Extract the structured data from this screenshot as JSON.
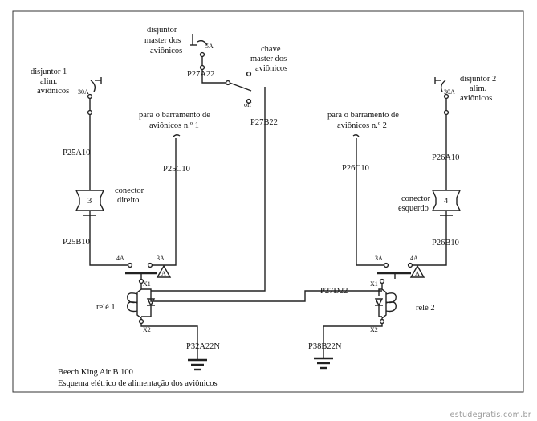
{
  "breakers": {
    "left": {
      "label_lines": [
        "disjuntor 1",
        "alim.",
        "aviônicos"
      ],
      "rating": "30A"
    },
    "master": {
      "label_lines": [
        "disjuntor",
        "master dos",
        "aviônicos"
      ],
      "rating": "5A"
    },
    "right": {
      "label_lines": [
        "disjuntor 2",
        "alim.",
        "aviônicos"
      ],
      "rating": "30A"
    }
  },
  "master_switch": {
    "label_lines": [
      "chave",
      "master dos",
      "aviônicos"
    ],
    "off_label": "off"
  },
  "wires": {
    "p27a22": "P27A22",
    "p27b22": "P27B22",
    "p25a10": "P25A10",
    "p25b10": "P25B10",
    "p25c10": "P25C10",
    "p26a10": "P26A10",
    "p26b10": "P26B10",
    "p26c10": "P26C10",
    "p27d22": "P27D22",
    "p32a22n": "P32A22N",
    "p38b22n": "P38B22N"
  },
  "bus": {
    "left_lines": [
      "para o barramento de",
      "aviônicos n.º 1"
    ],
    "right_lines": [
      "para o barramento de",
      "aviônicos n.º  2"
    ]
  },
  "connectors": {
    "left": {
      "number": "3",
      "label_lines": [
        "conector",
        "direito"
      ]
    },
    "right": {
      "number": "4",
      "label_lines": [
        "conector",
        "esquerdo"
      ]
    }
  },
  "relays": {
    "left": {
      "label": "relé 1",
      "x1": "X1",
      "x2": "X2",
      "contact_in": "4A",
      "contact_out": "3A",
      "warning": "A"
    },
    "right": {
      "label": "relé 2",
      "x1": "X1",
      "x2": "X2",
      "contact_in": "4A",
      "contact_out": "3A",
      "warning": "A"
    }
  },
  "caption": {
    "line1": "Beech King Air B 100",
    "line2": "Esquema elétrico de alimentação dos aviônicos"
  },
  "watermark": "estudegratis.com.br"
}
